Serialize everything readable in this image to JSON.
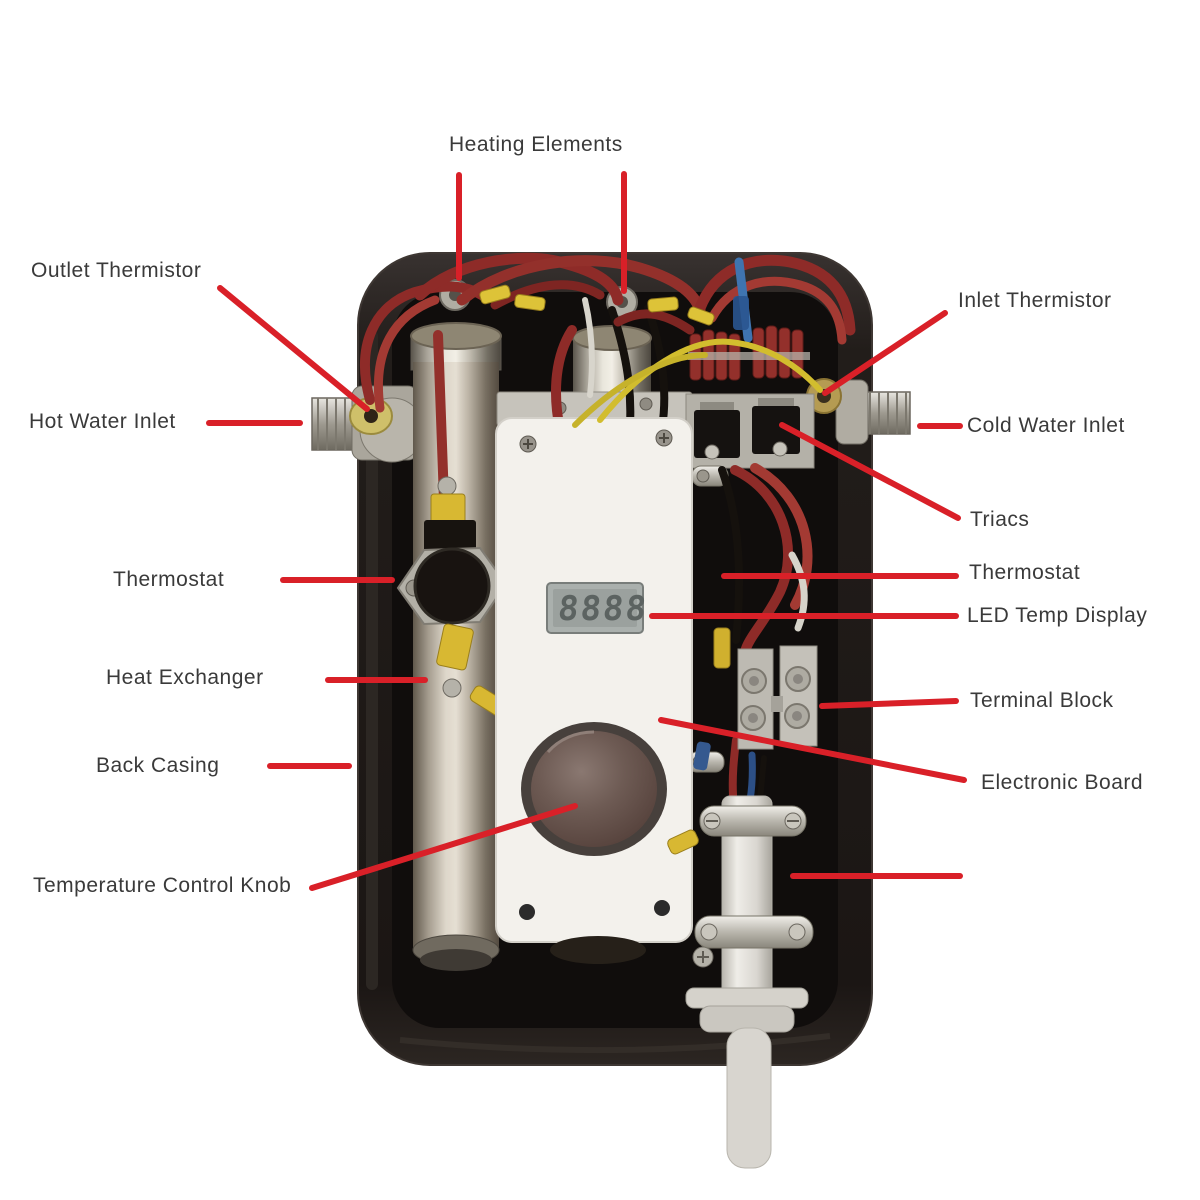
{
  "figure": {
    "subject": "Tankless electric water heater internal components, annotated",
    "led_display_value": "8888"
  },
  "labels": [
    {
      "id": "heating-elements",
      "text": "Heating Elements"
    },
    {
      "id": "outlet-thermistor",
      "text": "Outlet Thermistor"
    },
    {
      "id": "hot-water-inlet",
      "text": "Hot Water Inlet"
    },
    {
      "id": "thermostat-left",
      "text": "Thermostat"
    },
    {
      "id": "heat-exchanger",
      "text": "Heat Exchanger"
    },
    {
      "id": "back-casing",
      "text": "Back Casing"
    },
    {
      "id": "temperature-control-knob",
      "text": "Temperature Control Knob"
    },
    {
      "id": "inlet-thermistor",
      "text": "Inlet Thermistor"
    },
    {
      "id": "cold-water-inlet",
      "text": "Cold Water Inlet"
    },
    {
      "id": "triacs",
      "text": "Triacs"
    },
    {
      "id": "thermostat-right",
      "text": "Thermostat"
    },
    {
      "id": "led-temp-display",
      "text": "LED Temp Display"
    },
    {
      "id": "terminal-block",
      "text": "Terminal Block"
    },
    {
      "id": "electronic-board",
      "text": "Electronic Board"
    }
  ],
  "colors": {
    "leader_line": "#d92028",
    "label_text": "#3a3a3a",
    "casing": "#1b1614",
    "knob": "#6e5b54",
    "wire_maroon": "#8e2b28",
    "wire_yellow": "#d2bd2e",
    "panel_white": "#f3f1ec"
  }
}
